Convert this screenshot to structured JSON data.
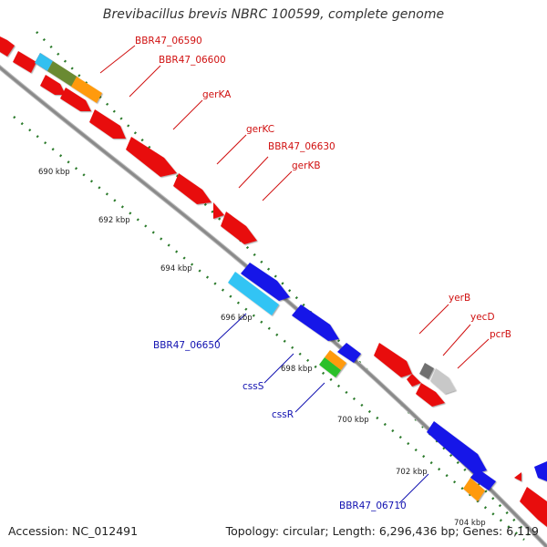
{
  "title": "Brevibacillus brevis NBRC 100599, complete genome",
  "footer": {
    "accession": "Accession: NC_012491",
    "topology": "Topology: circular; Length: 6,296,436 bp; Genes: 6,119"
  },
  "colors": {
    "backbone": "#909090",
    "tick": "#2a7a2a",
    "forward_label": "#d01010",
    "reverse_label": "#1010b0"
  },
  "position_ticks": [
    "690 kbp",
    "692 kbp",
    "694 kbp",
    "696 kbp",
    "698 kbp",
    "700 kbp",
    "702 kbp",
    "704 kbp"
  ],
  "gene_labels": {
    "forward": [
      "BBR47_06590",
      "BBR47_06600",
      "gerKA",
      "gerKC",
      "BBR47_06630",
      "gerKB",
      "yerB",
      "yecD",
      "pcrB"
    ],
    "reverse": [
      "BBR47_06650",
      "cssS",
      "cssR",
      "BBR47_06710"
    ]
  }
}
